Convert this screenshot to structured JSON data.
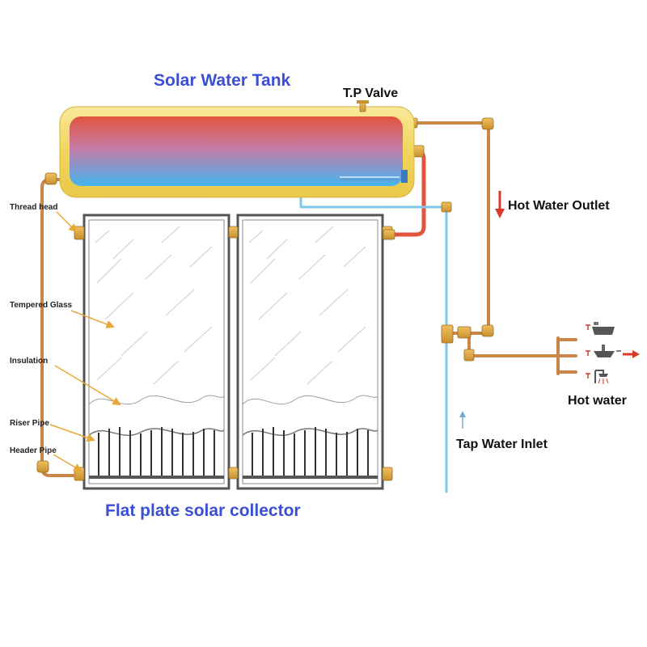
{
  "titles": {
    "tank": "Solar Water Tank",
    "collector": "Flat plate solar collector"
  },
  "labels": {
    "tp_valve": "T.P Valve",
    "hot_water_outlet": "Hot Water Outlet",
    "hot_water": "Hot water",
    "tap_water_inlet": "Tap Water Inlet",
    "thread_head": "Thread head",
    "tempered_glass": "Tempered Glass",
    "insulation": "Insulation",
    "riser_pipe": "Riser Pipe",
    "header_pipe": "Header Pipe"
  },
  "colors": {
    "title": "#3a4fd6",
    "tank_hot": "#e2543e",
    "tank_cold": "#44b4f0",
    "tank_shell": "#f3dc6a",
    "copper": "#c9854a",
    "cold_pipe": "#7cc8e8",
    "hot_pipe": "#e2543e",
    "flow_arrow_hot": "#d83a2a",
    "flow_arrow_cold": "#6aaed8",
    "pointer_arrow": "#e8a838"
  },
  "icons": [
    "bathtub-icon",
    "sink-faucet-icon",
    "shower-icon",
    "outlet-arrow-icon"
  ]
}
